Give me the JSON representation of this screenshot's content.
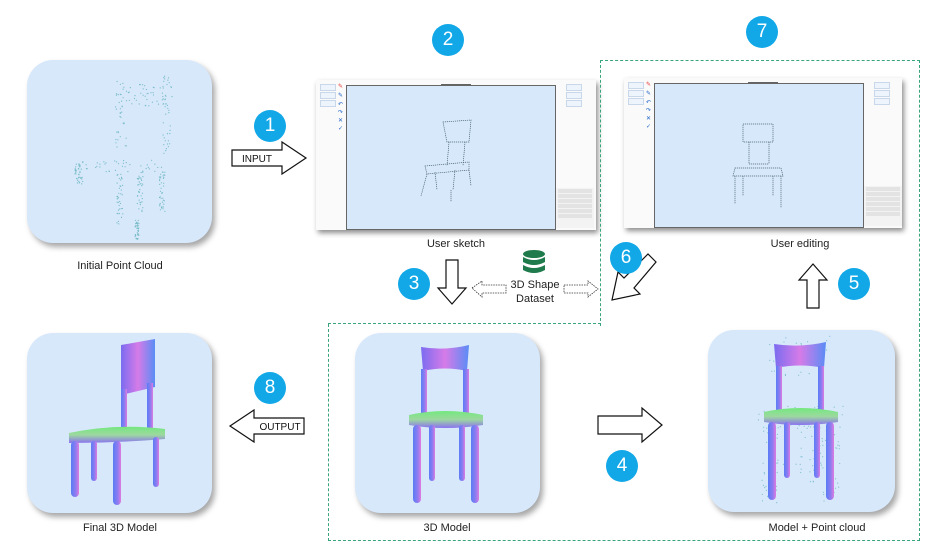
{
  "diagram": {
    "steps": [
      {
        "number": "1",
        "label": "INPUT"
      },
      {
        "number": "2",
        "label": ""
      },
      {
        "number": "3",
        "label": ""
      },
      {
        "number": "4",
        "label": ""
      },
      {
        "number": "5",
        "label": ""
      },
      {
        "number": "6",
        "label": ""
      },
      {
        "number": "7",
        "label": ""
      },
      {
        "number": "8",
        "label": "OUTPUT"
      }
    ],
    "panels": {
      "initial_point_cloud": "Initial Point Cloud",
      "user_sketch": "User sketch",
      "user_editing": "User editing",
      "model_3d": "3D Model",
      "model_point_cloud": "Model + Point cloud",
      "final_model": "Final 3D Model"
    },
    "dataset": {
      "line1": "3D Shape",
      "line2": "Dataset",
      "icon": "database-icon"
    },
    "arrows": {
      "input": "INPUT",
      "output": "OUTPUT"
    },
    "colors": {
      "badge": "#12a8e8",
      "panel_bg": "#d7e8fb",
      "dashed_border": "#3aa57c",
      "database": "#1f7a4c"
    }
  }
}
